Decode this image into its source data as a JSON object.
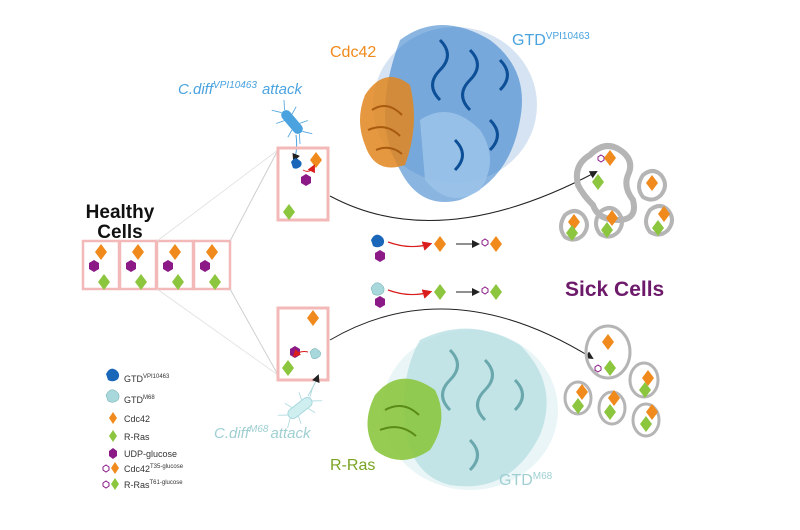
{
  "title_healthy_1": "Healthy",
  "title_healthy_2": "Cells",
  "title_sick": "Sick Cells",
  "attack_top": {
    "prefix": "C.diff",
    "sup": "VPI10463",
    "suffix": "attack"
  },
  "attack_bottom": {
    "prefix": "C.diff",
    "sup": "M68",
    "suffix": "attack"
  },
  "protein_top": {
    "cdc42": "Cdc42",
    "gtd_base": "GTD",
    "gtd_sup": "VPI10463"
  },
  "protein_bottom": {
    "rras": "R-Ras",
    "gtd_base": "GTD",
    "gtd_sup": "M68"
  },
  "legend": {
    "items": [
      {
        "base": "GTD",
        "sup": "VPI10463"
      },
      {
        "base": "GTD",
        "sup": "M68"
      },
      {
        "base": "Cdc42",
        "sup": ""
      },
      {
        "base": "R-Ras",
        "sup": ""
      },
      {
        "base": "UDP-glucose",
        "sup": ""
      },
      {
        "base": "Cdc42",
        "sup": "T35-glucose"
      },
      {
        "base": "R-Ras",
        "sup": "T61-glucose"
      }
    ]
  },
  "colors": {
    "orange": "#f08a1c",
    "green": "#8cc63f",
    "purple": "#8b1a86",
    "blue_dark": "#1a66b8",
    "blue_light": "#a9d8dc",
    "cell_border": "#f3b9b9",
    "sick_cell": "#b5b5b5",
    "sick_text": "#6d1a6a",
    "olive": "#7aa523",
    "teal_text": "#9fcfd2"
  }
}
